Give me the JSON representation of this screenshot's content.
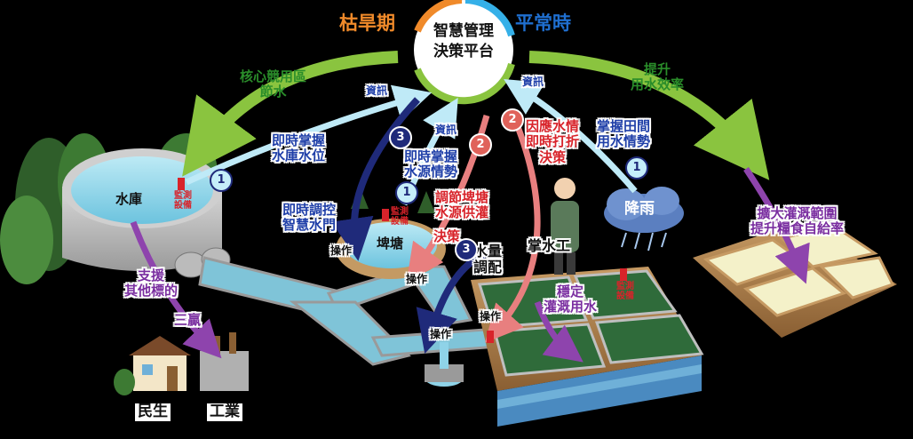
{
  "hub": {
    "line1": "智慧管理",
    "line2": "決策平台"
  },
  "modes": {
    "dry": "枯旱期",
    "normal": "平常時"
  },
  "arrows": {
    "core_saving": [
      "核心競用區",
      "節水"
    ],
    "improve": [
      "提升",
      "用水效率"
    ],
    "expand": [
      "擴大灌溉範圍",
      "提升糧食自給率"
    ],
    "support": [
      "支援",
      "其他標的"
    ],
    "three_supplies": "三贏"
  },
  "flows": {
    "info": "資訊",
    "reservoir_level": [
      "即時掌握",
      "水庫水位"
    ],
    "water_source": [
      "即時掌握",
      "水源情勢"
    ],
    "pond_adjust": [
      "調節埤塘",
      "水源供灌"
    ],
    "respond": [
      "因應水情",
      "即時打折",
      "決策"
    ],
    "field_water": [
      "掌握田間",
      "用水情勢"
    ],
    "smart_gate": [
      "即時調控",
      "智慧水門"
    ],
    "decision": "決策",
    "allocation": [
      "水量",
      "調配"
    ],
    "stable": [
      "穩定",
      "灌溉用水"
    ],
    "operate": "操作"
  },
  "places": {
    "reservoir": "水庫",
    "pond": "埤塘",
    "rain": "降雨",
    "keeper": "掌水工",
    "domestic": "民生",
    "industry": "工業"
  },
  "sensor": [
    "監測",
    "設備"
  ],
  "badges": {
    "one": "1",
    "two": "2",
    "three": "3"
  },
  "colors": {
    "navy": "#1f2a7a",
    "green_arrow": "#8ac43f",
    "cyan_arrow": "#bfeaf7",
    "red_arrow": "#e87f7f",
    "purple_arrow": "#8e44ad",
    "water": "#8fd3e8",
    "field_green": "#2f6b3a"
  }
}
